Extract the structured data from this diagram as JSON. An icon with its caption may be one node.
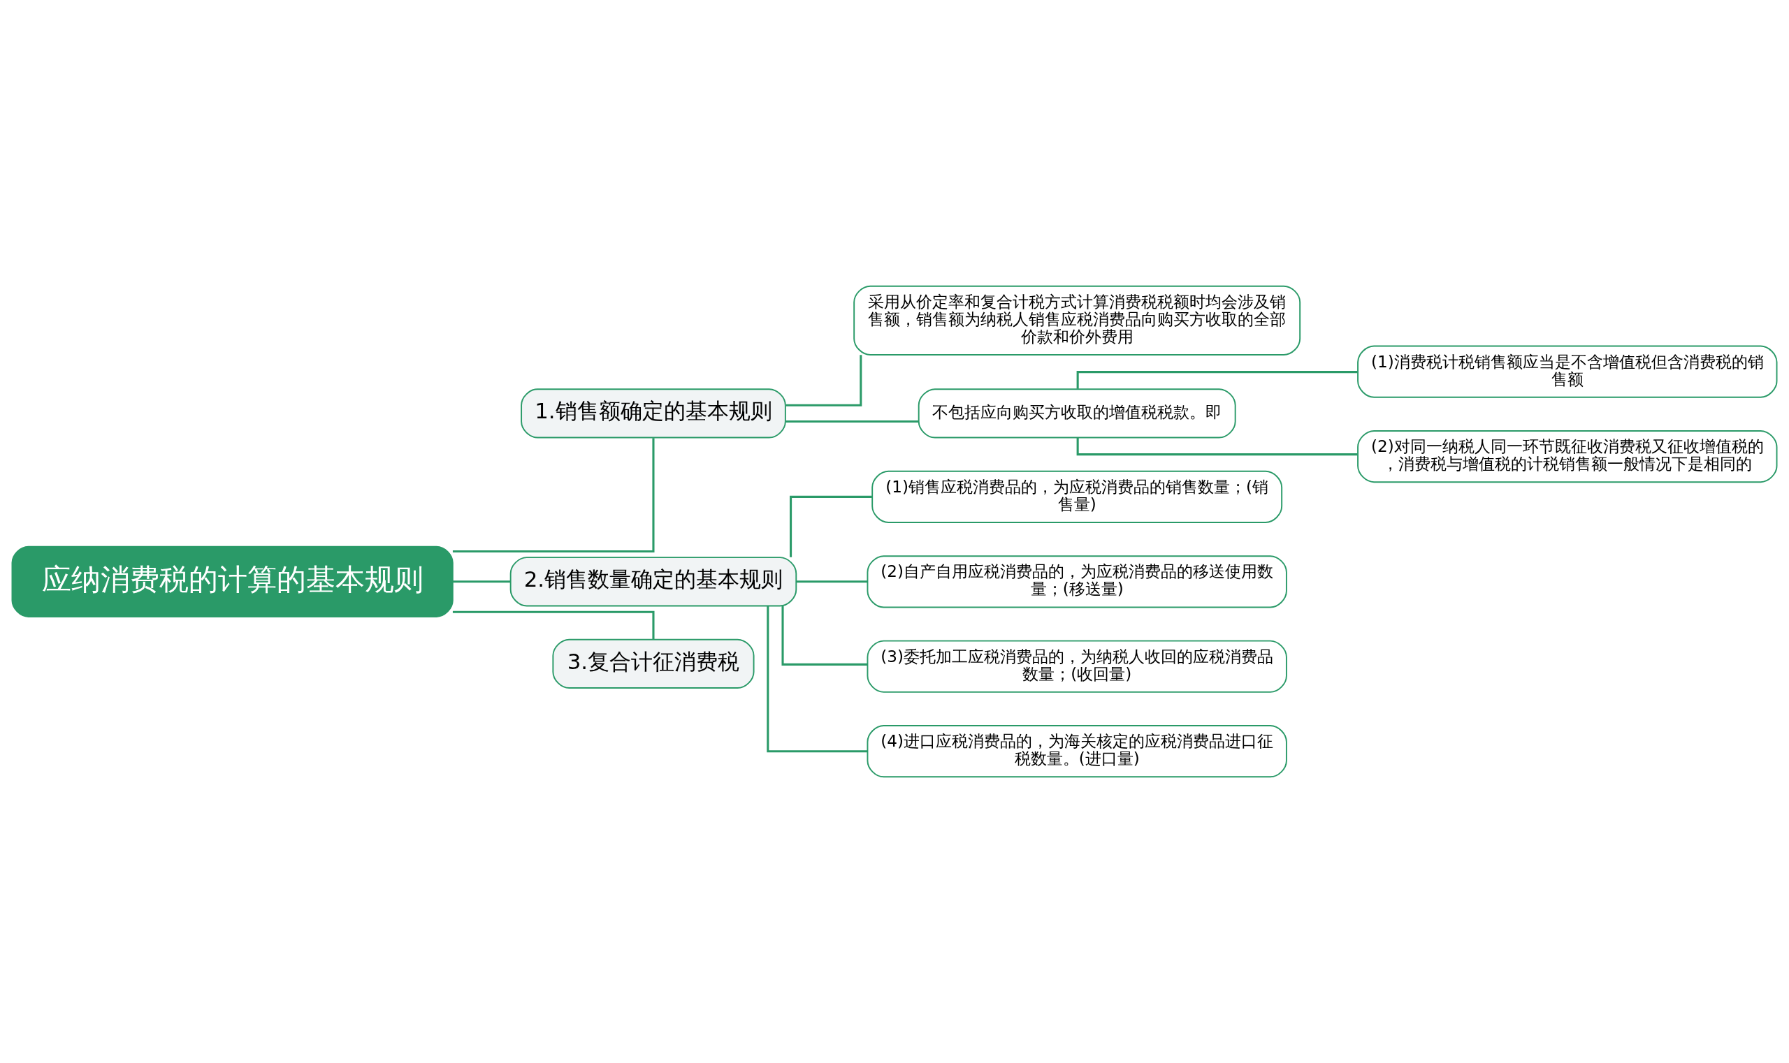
{
  "diagram": {
    "nodes": [
      {
        "text": [
          "应纳消费税的计算的基本规则"
        ]
      },
      {
        "text": [
          "1.销售额确定的基本规则"
        ]
      },
      {
        "text": [
          "采用从价定率和复合计税方式计算消费税税额时均会涉及销售额，销售额为纳税人销售应税消费品向购买方收取的全部价款和价外费用"
        ]
      },
      {
        "text": [
          "不包括应向购买方收取的增值税税款。即"
        ]
      },
      {
        "text": [
          "(1)消费税计税销售额应当是不含增值税但含消费税的销售额"
        ]
      },
      {
        "text": [
          "(2)对同一纳税人同一环节既征收消费税又征收增值税的，消费税与增值税的计税销售额一般情况下是相同的"
        ]
      },
      {
        "text": [
          "2.销售数量确定的基本规则"
        ]
      },
      {
        "text": [
          "(1)销售应税消费品的，为应税消费品的销售数量；(销售量)"
        ]
      },
      {
        "text": [
          "(2)自产自用应税消费品的，为应税消费品的移送使用数量；(移送量)"
        ]
      },
      {
        "text": [
          "(3)委托加工应税消费品的，为纳税人收回的应税消费品数量；(收回量)"
        ]
      },
      {
        "text": [
          "(4)进口应税消费品的，为海关核定的应税消费品进口征税数量。(进口量)"
        ]
      },
      {
        "text": [
          "3.复合计征消费税"
        ]
      }
    ],
    "edges": [
      {
        "from": 0,
        "to": 1,
        "arrow": "none"
      },
      {
        "from": 1,
        "to": 2,
        "arrow": "none"
      },
      {
        "from": 1,
        "to": 3,
        "arrow": "none"
      },
      {
        "from": 3,
        "to": 4,
        "arrow": "none"
      },
      {
        "from": 3,
        "to": 5,
        "arrow": "none"
      },
      {
        "from": 0,
        "to": 6,
        "arrow": "none"
      },
      {
        "from": 6,
        "to": 7,
        "arrow": "none"
      },
      {
        "from": 6,
        "to": 8,
        "arrow": "none"
      },
      {
        "from": 6,
        "to": 9,
        "arrow": "none"
      },
      {
        "from": 6,
        "to": 10,
        "arrow": "none"
      },
      {
        "from": 0,
        "to": 11,
        "arrow": "none"
      }
    ]
  }
}
